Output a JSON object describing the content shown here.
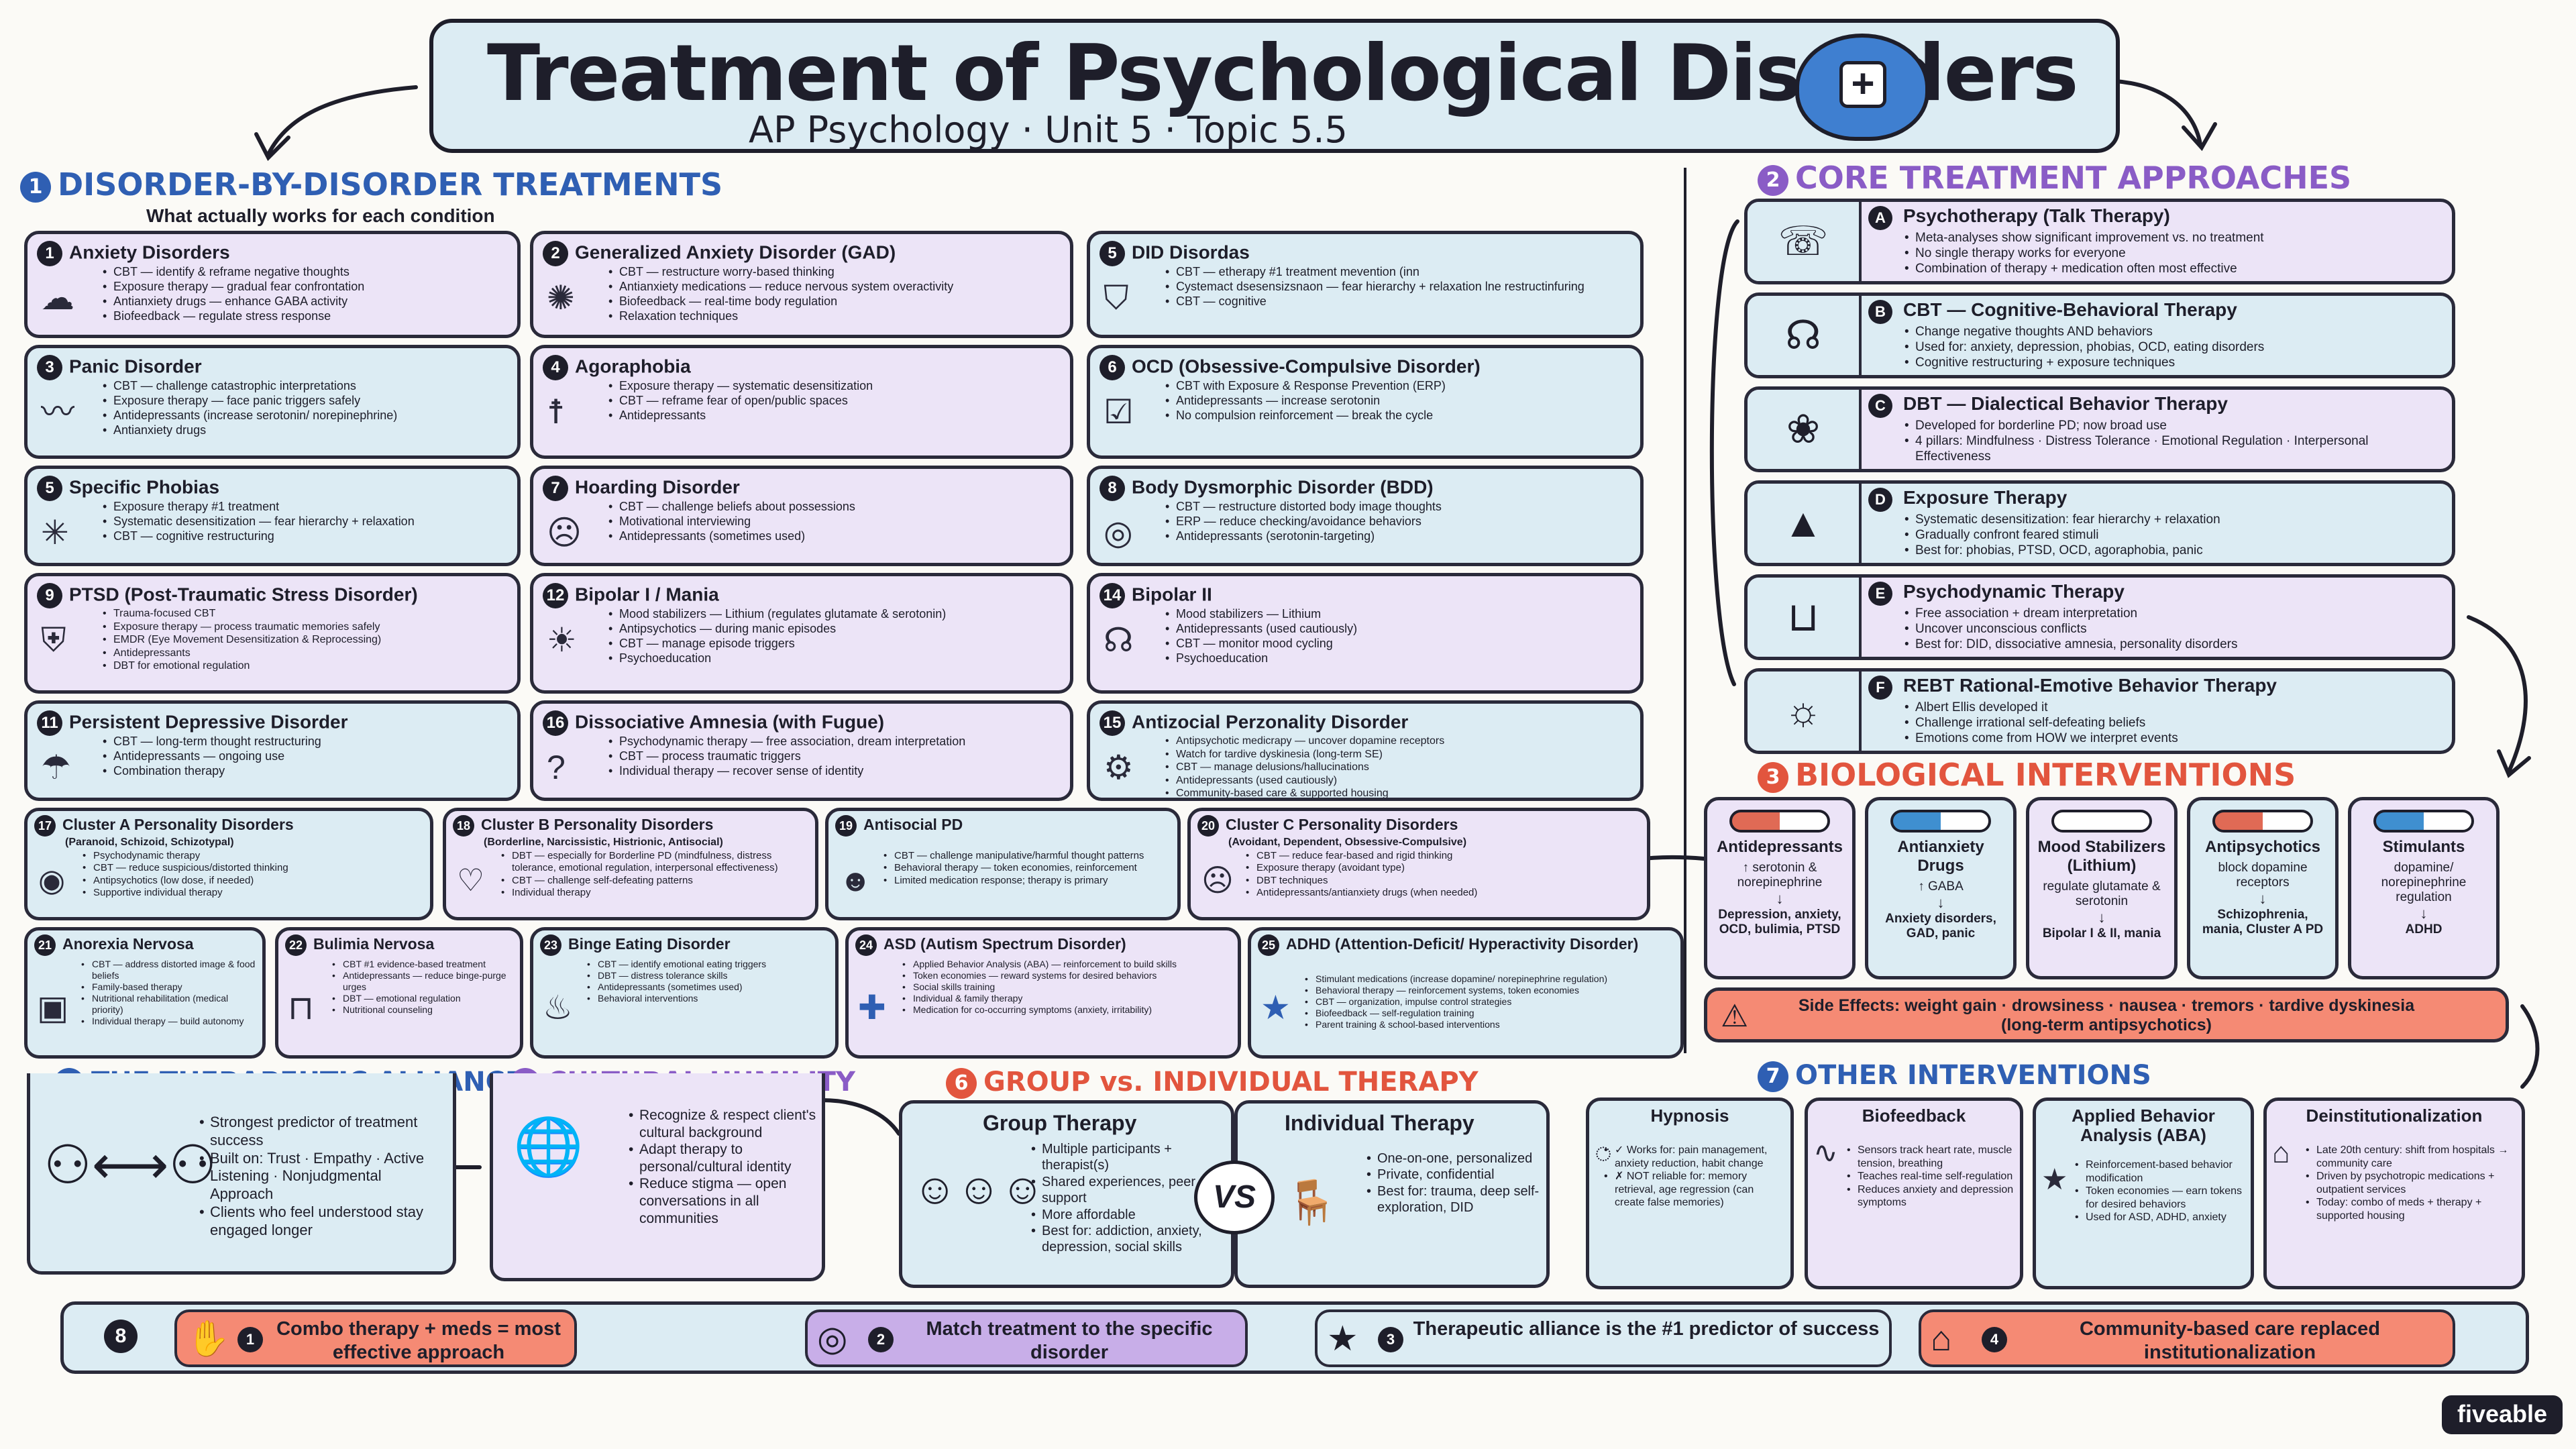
{
  "title": "Treatment of Psychological Disorders",
  "subtitle": "AP Psychology · Unit 5 · Topic 5.5",
  "brand": "fiveable",
  "colors": {
    "purple": "#ece4f7",
    "blue": "#dcecf3",
    "coral": "#f58a74",
    "accent_blue": "#2f5fb3",
    "accent_purple": "#8a5cc6",
    "accent_coral": "#e2553e"
  },
  "sec1": {
    "num": "1",
    "title": "DISORDER-BY-DISORDER TREATMENTS",
    "sub": "What actually works for each condition"
  },
  "disorders": [
    {
      "num": "1",
      "title": "Anxiety Disorders",
      "icon": "cloud-icon",
      "items": [
        "CBT — identify & reframe negative thoughts",
        "Exposure therapy — gradual fear confrontation",
        "Antianxiety drugs — enhance GABA activity",
        "Biofeedback — regulate stress response"
      ]
    },
    {
      "num": "2",
      "title": "Generalized Anxiety Disorder (GAD)",
      "icon": "tangle-icon",
      "items": [
        "CBT — restructure worry-based thinking",
        "Antianxiety medications — reduce nervous system overactivity",
        "Biofeedback — real-time body regulation",
        "Relaxation techniques"
      ]
    },
    {
      "num": "5",
      "title": "DID Disordas",
      "icon": "figure-icon",
      "items": [
        "CBT — etherapy #1 treatment mevention (inn",
        "Cystemact dsesensizsnaon — fear hierarchy + relaxation lne restructinfuring",
        "CBT — cognitive"
      ]
    },
    {
      "num": "3",
      "title": "Panic Disorder",
      "icon": "heartbeat-icon",
      "items": [
        "CBT — challenge catastrophic interpretations",
        "Exposure therapy — face panic triggers safely",
        "Antidepressants (increase serotonin/ norepinephrine)",
        "Antianxiety drugs"
      ]
    },
    {
      "num": "4",
      "title": "Agoraphobia",
      "icon": "person-icon",
      "items": [
        "Exposure therapy — systematic desensitization",
        "CBT — reframe fear of open/public spaces",
        "Antidepressants"
      ]
    },
    {
      "num": "6",
      "title": "OCD (Obsessive-Compulsive Disorder)",
      "icon": "checklist-icon",
      "items": [
        "CBT with Exposure & Response Prevention (ERP)",
        "Antidepressants — increase serotonin",
        "No compulsion reinforcement — break the cycle"
      ]
    },
    {
      "num": "5",
      "title": "Specific Phobias",
      "icon": "spider-icon",
      "items": [
        "Exposure therapy #1 treatment",
        "Systematic desensitization — fear hierarchy + relaxation",
        "CBT — cognitive restructuring"
      ]
    },
    {
      "num": "7",
      "title": "Hoarding Disorder",
      "icon": "head-icon",
      "items": [
        "CBT — challenge beliefs about possessions",
        "Motivational interviewing",
        "Antidepressants (sometimes used)"
      ]
    },
    {
      "num": "8",
      "title": "Body Dysmorphic Disorder (BDD)",
      "icon": "mirror-icon",
      "items": [
        "CBT — restructure distorted body image thoughts",
        "ERP — reduce checking/avoidance behaviors",
        "Antidepressants (serotonin-targeting)"
      ]
    },
    {
      "num": "9",
      "title": "PTSD (Post-Traumatic Stress Disorder)",
      "icon": "shield-icon",
      "items": [
        "Trauma-focused CBT",
        "Exposure therapy — process traumatic memories safely",
        "EMDR (Eye Movement Desensitization & Reprocessing)",
        "Antidepressants",
        "DBT for emotional regulation"
      ]
    },
    {
      "num": "12",
      "title": "Bipolar I / Mania",
      "icon": "sun-icon",
      "items": [
        "Mood stabilizers — Lithium (regulates glutamate & serotonin)",
        "Antipsychotics — during manic episodes",
        "CBT — manage episode triggers",
        "Psychoeducation"
      ]
    },
    {
      "num": "14",
      "title": "Bipolar II",
      "icon": "brain-head-icon",
      "items": [
        "Mood stabilizers — Lithium",
        "Antidepressants (used cautiously)",
        "CBT — monitor mood cycling",
        "Psychoeducation"
      ]
    },
    {
      "num": "11",
      "title": "Persistent Depressive Disorder",
      "icon": "raincloud-icon",
      "items": [
        "CBT — long-term thought restructuring",
        "Antidepressants — ongoing use",
        "Combination therapy"
      ]
    },
    {
      "num": "16",
      "title": "Dissociative Amnesia (with Fugue)",
      "icon": "question-person-icon",
      "items": [
        "Psychodynamic therapy — free association, dream interpretation",
        "CBT — process traumatic triggers",
        "Individual therapy — recover sense of identity"
      ]
    },
    {
      "num": "15",
      "title": "Antizocial Perzonality Disorder",
      "icon": "gears-head-icon",
      "items": [
        "Antipsychotic medicrapy — uncover dopamine receptors",
        "Watch for tardive dyskinesia (long-term SE)",
        "CBT — manage delusions/hallucinations",
        "Antidepressants (used cautiously)",
        "Community-based care & supported housing"
      ]
    }
  ],
  "cluster": [
    {
      "num": "17",
      "title": "Cluster A Personality Disorders",
      "sub": "(Paranoid, Schizoid, Schizotypal)",
      "icon": "eye-icon",
      "items": [
        "Psychodynamic therapy",
        "CBT — reduce suspicious/distorted thinking",
        "Antipsychotics (low dose, if needed)",
        "Supportive individual therapy"
      ]
    },
    {
      "num": "18",
      "title": "Cluster B Personality Disorders",
      "sub": "(Borderline, Narcissistic, Histrionic, Antisocial)",
      "icon": "heart-icon",
      "items": [
        "DBT — especially for Borderline PD (mindfulness, distress tolerance, emotional regulation, interpersonal effectiveness)",
        "CBT — challenge self-defeating patterns",
        "Individual therapy"
      ]
    },
    {
      "num": "19",
      "title": "Antisocial PD",
      "sub": "",
      "icon": "mask-icon",
      "items": [
        "CBT — challenge manipulative/harmful thought patterns",
        "Behavioral therapy — token economies, reinforcement",
        "Limited medication response; therapy is primary"
      ]
    },
    {
      "num": "20",
      "title": "Cluster C Personality Disorders",
      "sub": "(Avoidant, Dependent, Obsessive-Compulsive)",
      "icon": "worried-face-icon",
      "items": [
        "CBT — reduce fear-based and rigid thinking",
        "Exposure therapy (avoidant type)",
        "DBT techniques",
        "Antidepressants/antianxiety drugs (when needed)"
      ]
    }
  ],
  "eating": [
    {
      "num": "21",
      "title": "Anorexia Nervosa",
      "icon": "scale-icon",
      "items": [
        "CBT — address distorted image & food beliefs",
        "Family-based therapy",
        "Nutritional rehabilitation (medical priority)",
        "Individual therapy — build autonomy"
      ]
    },
    {
      "num": "22",
      "title": "Bulimia Nervosa",
      "icon": "toilet-icon",
      "items": [
        "CBT #1 evidence-based treatment",
        "Antidepressants — reduce binge-purge urges",
        "DBT — emotional regulation",
        "Nutritional counseling"
      ]
    },
    {
      "num": "23",
      "title": "Binge Eating Disorder",
      "icon": "cupcake-icon",
      "items": [
        "CBT — identify emotional eating triggers",
        "DBT — distress tolerance skills",
        "Antidepressants (sometimes used)",
        "Behavioral interventions"
      ]
    },
    {
      "num": "24",
      "title": "ASD (Autism Spectrum Disorder)",
      "icon": "puzzle-icon",
      "items": [
        "Applied Behavior Analysis (ABA) — reinforcement to build skills",
        "Token economies — reward systems for desired behaviors",
        "Social skills training",
        "Individual & family therapy",
        "Medication for co-occurring symptoms (anxiety, irritability)"
      ]
    },
    {
      "num": "25",
      "title": "ADHD (Attention-Deficit/ Hyperactivity Disorder)",
      "icon": "star-icon",
      "items": [
        "Stimulant medications (increase dopamine/ norepinephrine regulation)",
        "Behavioral therapy — reinforcement systems, token economies",
        "CBT — organization, impulse control strategies",
        "Biofeedback — self-regulation training",
        "Parent training & school-based interventions"
      ]
    }
  ],
  "sec2": {
    "num": "2",
    "title": "CORE TREATMENT APPROACHES"
  },
  "approaches": [
    {
      "letter": "A",
      "title": "Psychotherapy (Talk Therapy)",
      "icon": "speech-bubbles-icon",
      "items": [
        "Meta-analyses show significant improvement vs. no treatment",
        "No single therapy works for everyone",
        "Combination of therapy + medication often most effective"
      ]
    },
    {
      "letter": "B",
      "title": "CBT — Cognitive-Behavioral Therapy",
      "icon": "thinking-head-icon",
      "items": [
        "Change negative thoughts AND behaviors",
        "Used for: anxiety, depression, phobias, OCD, eating disorders",
        "Cognitive restructuring + exposure techniques"
      ]
    },
    {
      "letter": "C",
      "title": "DBT — Dialectical Behavior Therapy",
      "icon": "lotus-icon",
      "items": [
        "Developed for borderline PD; now broad use",
        "4 pillars: Mindfulness · Distress Tolerance · Emotional Regulation · Interpersonal Effectiveness"
      ]
    },
    {
      "letter": "D",
      "title": "Exposure Therapy",
      "icon": "mountain-icon",
      "items": [
        "Systematic desensitization: fear hierarchy + relaxation",
        "Gradually confront feared stimuli",
        "Best for: phobias, PTSD, OCD, agoraphobia, panic"
      ]
    },
    {
      "letter": "E",
      "title": "Psychodynamic Therapy",
      "icon": "couch-icon",
      "items": [
        "Free association + dream interpretation",
        "Uncover unconscious conflicts",
        "Best for: DID, dissociative amnesia, personality disorders"
      ]
    },
    {
      "letter": "F",
      "title": "REBT   Rational-Emotive Behavior Therapy",
      "icon": "lightbulb-icon",
      "items": [
        "Albert Ellis developed it",
        "Challenge irrational self-defeating beliefs",
        "Emotions come from HOW we interpret events"
      ]
    }
  ],
  "sec3": {
    "num": "3",
    "title": "BIOLOGICAL INTERVENTIONS"
  },
  "drugs": [
    {
      "name": "Antidepressants",
      "effect": "↑ serotonin & norepinephrine",
      "arrow": "↓",
      "uses": "Depression, anxiety, OCD, bulimia, PTSD",
      "capcolor": "#e06a55"
    },
    {
      "name": "Antianxiety Drugs",
      "effect": "↑ GABA",
      "arrow": "↓",
      "uses": "Anxiety disorders, GAD, panic",
      "capcolor": "#3f8fd0"
    },
    {
      "name": "Mood Stabilizers (Lithium)",
      "effect": "regulate glutamate & serotonin",
      "arrow": "↓",
      "uses": "Bipolar I & II, mania",
      "capcolor": "#ffffff"
    },
    {
      "name": "Antipsychotics",
      "effect": "block dopamine receptors",
      "arrow": "↓",
      "uses": "Schizophrenia, mania, Cluster A PD",
      "capcolor": "#e06a55"
    },
    {
      "name": "Stimulants",
      "effect": "dopamine/ norepinephrine regulation",
      "arrow": "↓",
      "uses": "ADHD",
      "capcolor": "#3f8fd0"
    }
  ],
  "side_effects": {
    "text": "Side Effects: weight gain · drowsiness · nausea · tremors · tardive dyskinesia",
    "sub": "(long-term antipsychotics)"
  },
  "sec4": {
    "num": "4",
    "title": "THE THERAPEUTIC ALLIANCE",
    "items": [
      "Strongest predictor of treatment success",
      "Built on: Trust · Empathy · Active Listening · Nonjudgmental Approach",
      "Clients who feel understood stay engaged longer"
    ]
  },
  "sec5": {
    "num": "5",
    "title": "CULTURAL HUMILITY",
    "items": [
      "Recognize & respect client's cultural background",
      "Adapt therapy to personal/cultural identity",
      "Reduce stigma — open conversations in all communities"
    ]
  },
  "sec6": {
    "num": "6",
    "title": "GROUP vs. INDIVIDUAL THERAPY",
    "vs": "VS",
    "group": {
      "title": "Group Therapy",
      "items": [
        "Multiple participants + therapist(s)",
        "Shared experiences, peer support",
        "More affordable",
        "Best for: addiction, anxiety, depression, social skills"
      ]
    },
    "individual": {
      "title": "Individual Therapy",
      "items": [
        "One-on-one, personalized",
        "Private, confidential",
        "Best for: trauma, deep self-exploration, DID"
      ]
    }
  },
  "sec7": {
    "num": "7",
    "title": "OTHER INTERVENTIONS",
    "cards": [
      {
        "title": "Hypnosis",
        "icon": "spiral-icon",
        "items": [
          "✓ Works for: pain management, anxiety reduction, habit change",
          "✗ NOT reliable for: memory retrieval, age regression (can create false memories)"
        ]
      },
      {
        "title": "Biofeedback",
        "icon": "pulse-icon",
        "items": [
          "Sensors track heart rate, muscle tension, breathing",
          "Teaches real-time self-regulation",
          "Reduces anxiety and depression symptoms"
        ]
      },
      {
        "title": "Applied Behavior Analysis (ABA)",
        "icon": "star-icon",
        "items": [
          "Reinforcement-based behavior modification",
          "Token economies — earn tokens for desired behaviors",
          "Used for ASD, ADHD, anxiety"
        ]
      },
      {
        "title": "Deinstitutionalization",
        "icon": "building-icon",
        "items": [
          "Late 20th century: shift from hospitals → community care",
          "Driven by psychotropic medications + outpatient services",
          "Today: combo of meds + therapy + supported housing"
        ]
      }
    ]
  },
  "sec8": {
    "num": "8",
    "takeaways": [
      {
        "num": "1",
        "text": "Combo therapy + meds = most effective approach",
        "icon": "handshake-icon"
      },
      {
        "num": "2",
        "text": "Match treatment to the specific disorder",
        "icon": "target-icon"
      },
      {
        "num": "3",
        "text": "Therapeutic alliance is the #1 predictor of success",
        "icon": "star-icon"
      },
      {
        "num": "4",
        "text": "Community-based care replaced institutionalization",
        "icon": "house-icon"
      }
    ]
  }
}
